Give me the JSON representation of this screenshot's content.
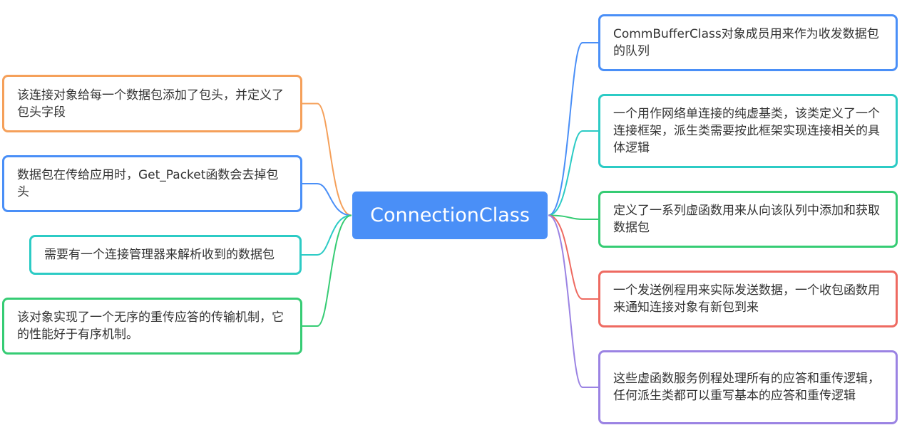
{
  "central": {
    "text": "ConnectionClass",
    "color": "#4a8ff7"
  },
  "left_topics": [
    {
      "text": "该连接对象给每一个数据包添加了包头，并定义了包头字段",
      "color": "#f5a05a"
    },
    {
      "text": "数据包在传给应用时，Get_Packet函数会去掉包头",
      "color": "#4a8ff7"
    },
    {
      "text": "需要有一个连接管理器来解析收到的数据包",
      "color": "#2ccbc5"
    },
    {
      "text": "该对象实现了一个无序的重传应答的传输机制，它的性能好于有序机制。",
      "color": "#36cc74"
    }
  ],
  "right_topics": [
    {
      "text": "CommBufferClass对象成员用来作为收发数据包的队列",
      "color": "#4a8ff7"
    },
    {
      "text": "一个用作网络单连接的纯虚基类，该类定义了一个连接框架，派生类需要按此框架实现连接相关的具体逻辑",
      "color": "#2ccbc5"
    },
    {
      "text": "定义了一系列虚函数用来从向该队列中添加和获取数据包",
      "color": "#36cc74"
    },
    {
      "text": "一个发送例程用来实际发送数据，一个收包函数用来通知连接对象有新包到来",
      "color": "#ee6a61"
    },
    {
      "text": "这些虚函数服务例程处理所有的应答和重传逻辑，任何派生类都可以重写基本的应答和重传逻辑",
      "color": "#9b83e3"
    }
  ]
}
